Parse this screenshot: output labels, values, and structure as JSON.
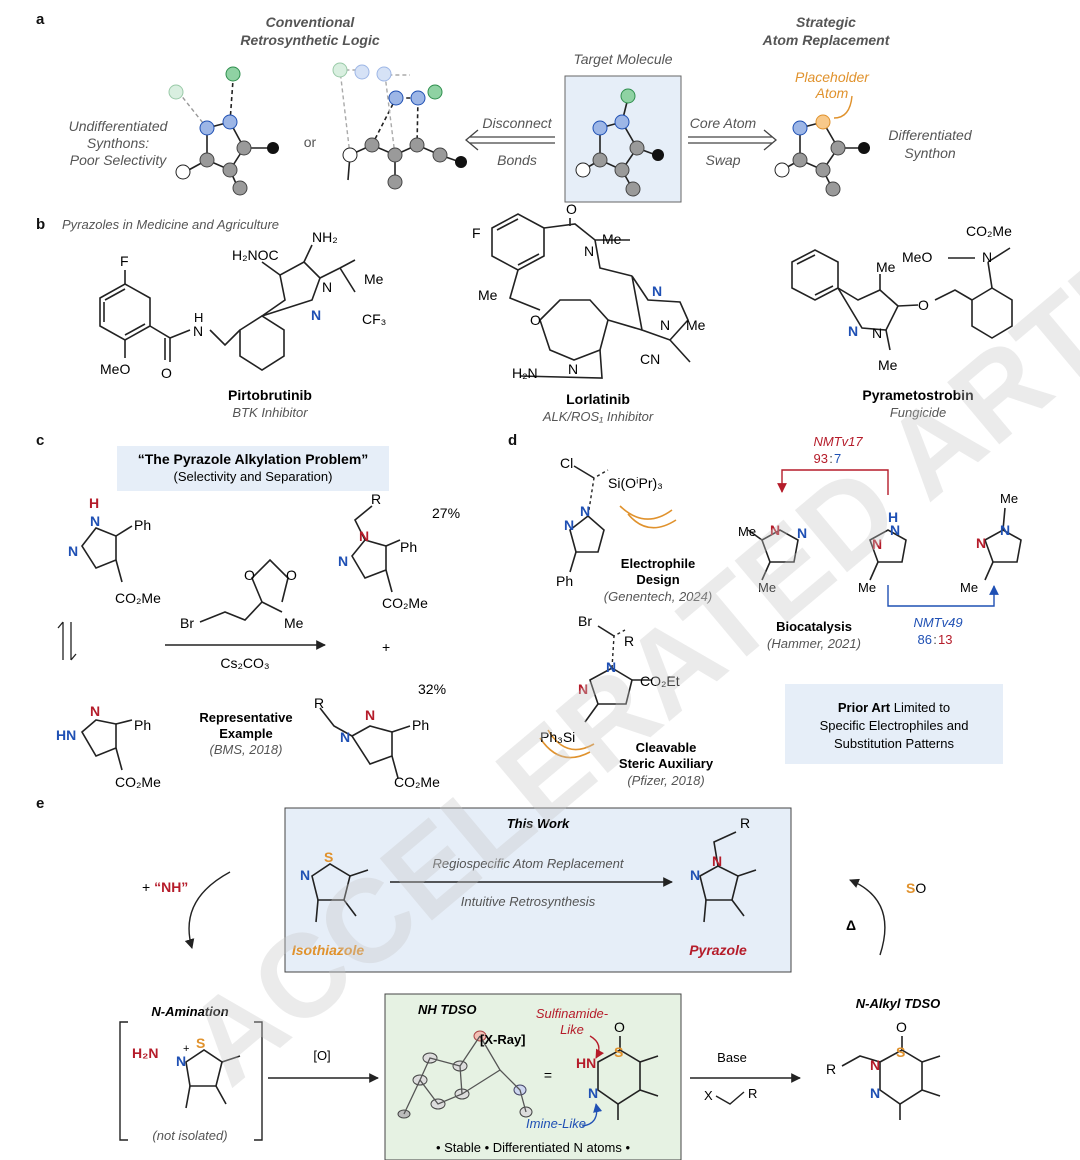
{
  "panel_labels": {
    "a": "a",
    "b": "b",
    "c": "c",
    "d": "d",
    "e": "e"
  },
  "a": {
    "left_title_1": "Conventional",
    "left_title_2": "Retrosynthetic Logic",
    "undiff_1": "Undifferentiated",
    "undiff_2": "Synthons:",
    "undiff_3": "Poor Selectivity",
    "or": "or",
    "disconnect": "Disconnect",
    "bonds": "Bonds",
    "target": "Target Molecule",
    "core_atom": "Core Atom",
    "swap": "Swap",
    "right_title_1": "Strategic",
    "right_title_2": "Atom Replacement",
    "placeholder_1": "Placeholder",
    "placeholder_2": "Atom",
    "diff_1": "Differentiated",
    "diff_2": "Synthon"
  },
  "b": {
    "heading": "Pyrazoles in Medicine and Agriculture",
    "drug1_name": "Pirtobrutinib",
    "drug1_class": "BTK Inhibitor",
    "drug2_name": "Lorlatinib",
    "drug2_class": "ALK/ROS₁ Inhibitor",
    "drug3_name": "Pyrametostrobin",
    "drug3_class": "Fungicide",
    "F": "F",
    "MeO": "MeO",
    "O": "O",
    "H": "H",
    "H2NOC": "H₂NOC",
    "NH2": "NH₂",
    "Me": "Me",
    "CF3": "CF₃",
    "N": "N",
    "H2N": "H₂N",
    "CN": "CN",
    "MeO_N": "MeO",
    "CO2Me": "CO₂Me"
  },
  "c": {
    "box_title": "“The Pyrazole Alkylation Problem”",
    "box_sub": "(Selectivity and Separation)",
    "ph": "Ph",
    "co2me": "CO₂Me",
    "hn": "HN",
    "br": "Br",
    "me": "Me",
    "base": "Cs₂CO₃",
    "yield1": "27%",
    "yield2": "32%",
    "plus": "+",
    "R": "R",
    "rep1": "Representative",
    "rep2": "Example",
    "rep3": "(BMS, 2018)"
  },
  "d": {
    "cl": "Cl",
    "si": "Si(OⁱPr)₃",
    "ph": "Ph",
    "elec1": "Electrophile",
    "elec2": "Design",
    "elec3": "(Genentech, 2024)",
    "nmt17": "NMTv17",
    "r17a": "93",
    "r17b": "7",
    "nmt49": "NMTv49",
    "r49a": "86",
    "r49b": "13",
    "bio1": "Biocatalysis",
    "bio2": "(Hammer, 2021)",
    "br": "Br",
    "R": "R",
    "co2et": "CO₂Et",
    "ph3si": "Ph₃Si",
    "clv1": "Cleavable",
    "clv2": "Steric Auxiliary",
    "clv3": "(Pfizer, 2018)",
    "prior1": "Prior Art Limited to",
    "prior2": "Specific Electrophiles and",
    "prior3": "Substitution Patterns",
    "me": "Me"
  },
  "e": {
    "this_work": "This Work",
    "arrow_top": "Regiospecific Atom Replacement",
    "arrow_bot": "Intuitive Retrosynthesis",
    "isothiazole": "Isothiazole",
    "pyrazole": "Pyrazole",
    "plus_nh": "+ “NH”",
    "so": "SO",
    "delta": "Δ",
    "namination": "N-Amination",
    "h2n": "H₂N",
    "not_isolated": "(not isolated)",
    "ox": "[O]",
    "nh_tdso": "NH TDSO",
    "xray": "[X-Ray]",
    "eq": "=",
    "sulf1": "Sulfinamide-",
    "sulf2": "Like",
    "imine": "Imine-Like",
    "stable": "• Stable • Differentiated N atoms •",
    "base": "Base",
    "x": "X",
    "r": "R",
    "nalkyl": "N-Alkyl TDSO"
  },
  "watermark": "ACCELERATED ARTICLE PREVIEW",
  "colors": {
    "blue": "#1f50b4",
    "orange": "#e0922d",
    "red": "#b51c2a",
    "green_node": "#4aa36a",
    "panel_bg": "#e6eef8",
    "tdso_bg": "#e6f2e3",
    "node_blue": "#9db6e6",
    "node_gray": "#9a9a9a"
  }
}
